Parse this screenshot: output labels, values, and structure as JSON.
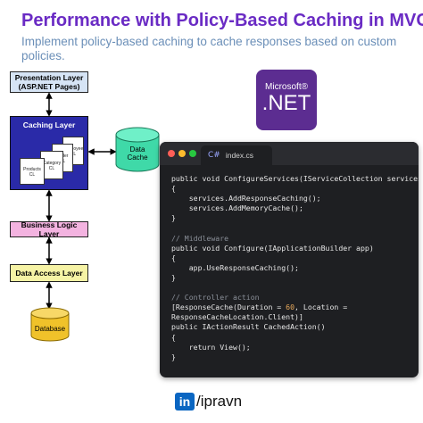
{
  "header": {
    "title": "Performance with Policy-Based Caching in MVC",
    "subtitle": "Implement policy-based caching to cache responses based on custom policies."
  },
  "diagram": {
    "presentation_layer": {
      "line1": "Presentation Layer",
      "line2": "(ASP.NET Pages)"
    },
    "caching_layer": {
      "title": "Caching Layer",
      "docs": [
        {
          "line1": "Employee",
          "line2": "CL"
        },
        {
          "line1": "Order",
          "line2": "CL"
        },
        {
          "line1": "Category",
          "line2": "CL"
        },
        {
          "line1": "Products",
          "line2": "CL"
        }
      ]
    },
    "data_cache": {
      "line1": "Data",
      "line2": "Cache"
    },
    "business_logic_layer": "Business Logic Layer",
    "data_access_layer": "Data Access Layer",
    "database": "Database"
  },
  "logo": {
    "brand": "Microsoft®",
    "product": ".NET"
  },
  "editor": {
    "tab_icon": "C#",
    "tab_label": "index.cs",
    "lines": [
      {
        "text": "public void ConfigureServices(IServiceCollection services)",
        "kind": "code"
      },
      {
        "text": "{",
        "kind": "code"
      },
      {
        "text": "    services.AddResponseCaching();",
        "kind": "code"
      },
      {
        "text": "    services.AddMemoryCache();",
        "kind": "code"
      },
      {
        "text": "}",
        "kind": "code"
      },
      {
        "text": "",
        "kind": "code"
      },
      {
        "text": "// Middleware",
        "kind": "comment"
      },
      {
        "text": "public void Configure(IApplicationBuilder app)",
        "kind": "code"
      },
      {
        "text": "{",
        "kind": "code"
      },
      {
        "text": "    app.UseResponseCaching();",
        "kind": "code"
      },
      {
        "text": "}",
        "kind": "code"
      },
      {
        "text": "",
        "kind": "code"
      },
      {
        "text": "// Controller action",
        "kind": "comment"
      },
      {
        "text": "[ResponseCache(Duration = 60, Location =",
        "kind": "code"
      },
      {
        "text": "ResponseCacheLocation.Client)]",
        "kind": "code"
      },
      {
        "text": "public IActionResult CachedAction()",
        "kind": "code"
      },
      {
        "text": "{",
        "kind": "code"
      },
      {
        "text": "    return View();",
        "kind": "code"
      },
      {
        "text": "}",
        "kind": "code"
      }
    ]
  },
  "footer": {
    "icon_text": "in",
    "handle": "/ipravn"
  },
  "colors": {
    "title": "#6a2bc4",
    "subtitle": "#6b8fb8",
    "caching_layer": "#2a2aa8",
    "data_cache": "#3fd9a8",
    "database": "#f0c22a",
    "net_logo": "#5c2d91",
    "editor_bg": "#1e1f22",
    "linkedin": "#0a66c2"
  }
}
